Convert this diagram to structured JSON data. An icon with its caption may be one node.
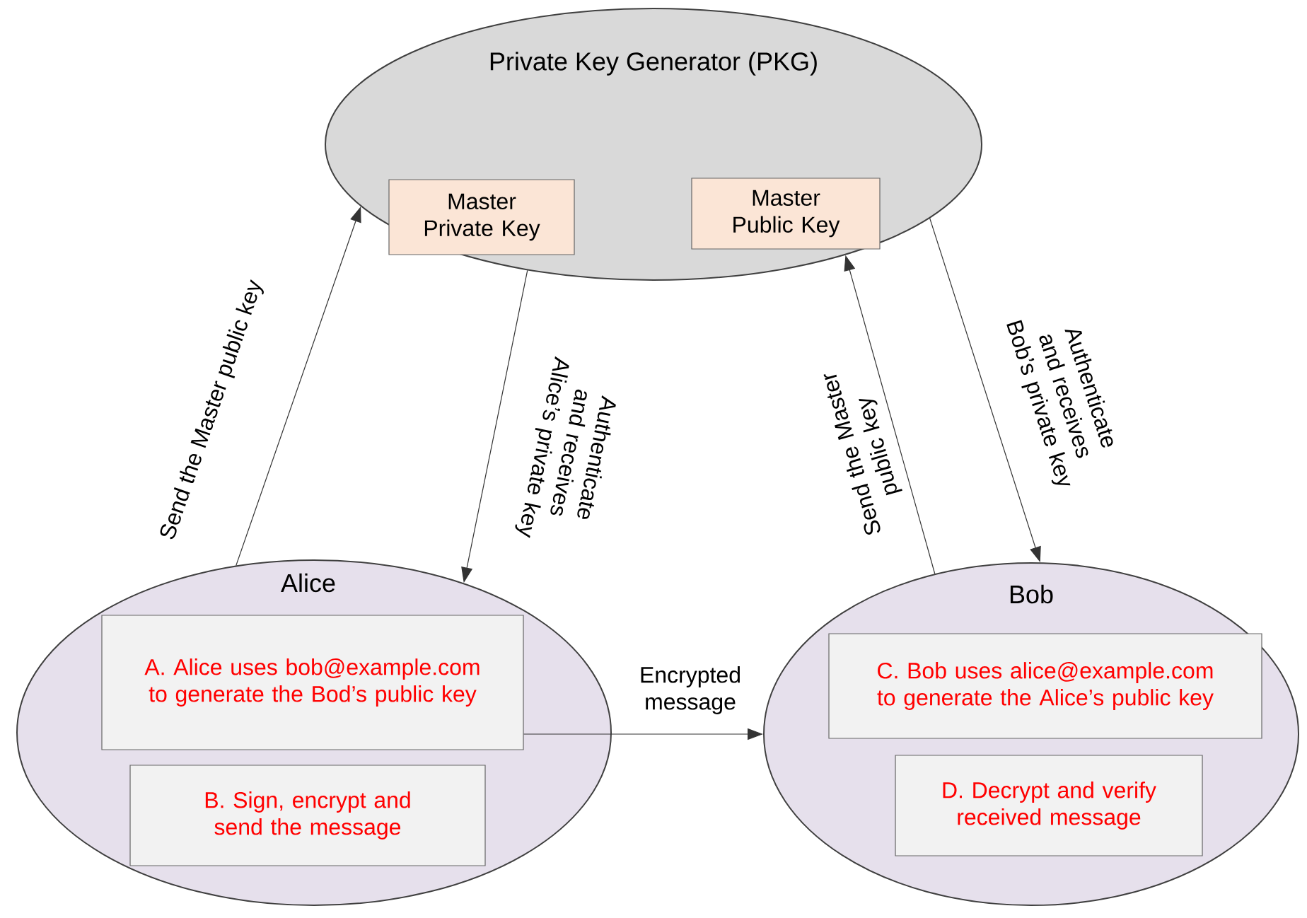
{
  "diagram": {
    "nodes": [
      {
        "text": [
          "Private Key Generator (PKG)"
        ]
      },
      {
        "text": [
          "Master Private Key"
        ],
        "in": 0
      },
      {
        "text": [
          "Master Public Key"
        ],
        "in": 0
      },
      {
        "text": [
          "Alice"
        ]
      },
      {
        "text": [
          "A. Alice uses bob@example.com to generate the Bod’s public key"
        ],
        "in": 3
      },
      {
        "text": [
          "B. Sign, encrypt and send the message"
        ],
        "in": 3
      },
      {
        "text": [
          "Bob"
        ]
      },
      {
        "text": [
          "C. Bob uses alice@example.com to generate the Alice’s public key"
        ],
        "in": 6
      },
      {
        "text": [
          "D. Decrypt and verify received message"
        ],
        "in": 6
      }
    ],
    "edges": [
      {
        "from": 3,
        "to": 0,
        "arrow": "to",
        "label": "Send the Master public key"
      },
      {
        "from": 0,
        "to": 3,
        "arrow": "to",
        "label": "Authenticate and receives Alice’s private key"
      },
      {
        "from": 6,
        "to": 0,
        "arrow": "to",
        "label": "Send the Master public key"
      },
      {
        "from": 0,
        "to": 6,
        "arrow": "to",
        "label": "Authenticate and receives Bob’s private key"
      },
      {
        "from": 4,
        "to": 6,
        "arrow": "to",
        "label": "Encrypted message"
      }
    ]
  }
}
